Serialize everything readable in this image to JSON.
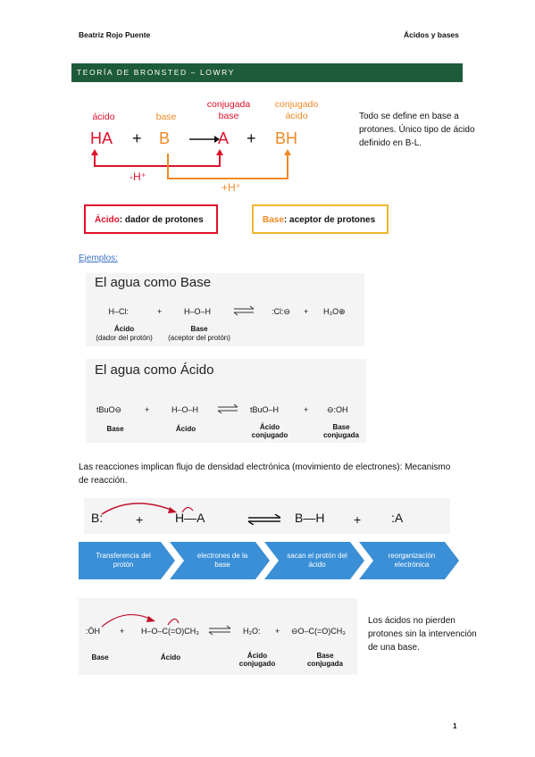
{
  "header": {
    "author": "Beatriz Rojo Puente",
    "subject": "Ácidos y bases"
  },
  "banner": {
    "title": "TEORÍA DE BRONSTED – LOWRY"
  },
  "reaction": {
    "label_acid": "ácido",
    "label_base": "base",
    "label_conj_base": "conjugada\nbase",
    "label_conj_acid": "conjugado\nácido",
    "ha": "HA",
    "plus1": "+",
    "b": "B",
    "a": "A",
    "plus2": "+",
    "bh": "BH",
    "minus_h": "-H⁺",
    "plus_h": "+H⁺"
  },
  "side_note": "Todo se define en base a protones. Único tipo de ácido definido en B-L.",
  "boxes": {
    "acid_term": "Ácido",
    "acid_def": ": dador de protones",
    "base_term": "Base",
    "base_def": ": aceptor de protones"
  },
  "examples_link": "Ejemplos:",
  "water_base": {
    "title": "El agua como Base",
    "hcl": "H–Cl:",
    "plus": "+",
    "water": "H–O–H",
    "cl_ion": ":Cl:⊖",
    "plus2": "+",
    "hydronium": "H₃O⊕",
    "label_acid": "Ácido",
    "label_acid_sub": "(dador del protón)",
    "label_base": "Base",
    "label_base_sub": "(aceptor del protón)"
  },
  "water_acid": {
    "title": "El agua como Ácido",
    "alkoxide": "tBuO⊖",
    "plus": "+",
    "water": "H–O–H",
    "alcohol": "tBuO–H",
    "plus2": "+",
    "hydroxide": "⊖:OH",
    "label_base": "Base",
    "label_acid": "Ácido",
    "label_conj_acid": "Ácido\nconjugado",
    "label_conj_base": "Base\nconjugada"
  },
  "mechanism_text": "Las reacciones implican flujo de densidad electrónica (movimiento de electrones): Mecanismo de reacción.",
  "mechanism": {
    "base": "B:",
    "plus1": "+",
    "ha": "H—A",
    "bh": "B—H",
    "plus2": "+",
    "a": ":A"
  },
  "steps": [
    "Transferencia del protón",
    "electrones de la base",
    "sacan el protón del ácido",
    "reorganización electrónica"
  ],
  "acetic": {
    "hydroxide": ":ÖH",
    "plus": "+",
    "acid": "H–O–C(=O)CH₃",
    "water": "H₂O:",
    "plus2": "+",
    "acetate": "⊖O–C(=O)CH₃",
    "label_base": "Base",
    "label_acid": "Ácido",
    "label_conj_acid": "Ácido\nconjugado",
    "label_conj_base": "Base\nconjugada"
  },
  "bottom_note": "Los ácidos no pierden protones sin la intervención de una base.",
  "page_number": "1",
  "colors": {
    "banner": "#1e5b3a",
    "red": "#e0102a",
    "orange": "#f08a24",
    "chevron": "#3a8fd6",
    "link": "#3a6fc4"
  }
}
